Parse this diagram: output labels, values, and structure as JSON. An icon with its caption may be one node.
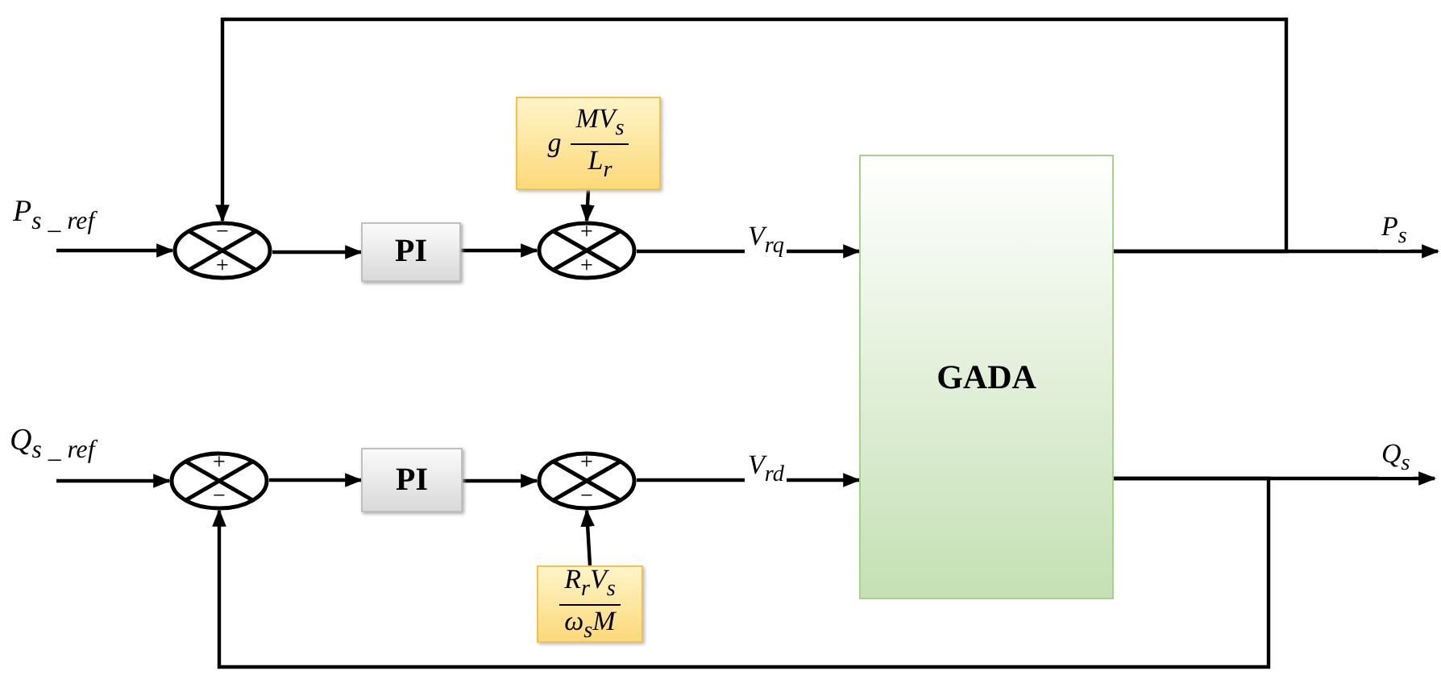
{
  "diagram": {
    "nodes": [
      {
        "text": [
          "P$_{s _ ref}$"
        ]
      },
      {
        "text": [
          "−",
          "+"
        ]
      },
      {
        "text": [
          "PI"
        ]
      },
      {
        "text": [
          "+",
          "+"
        ]
      },
      {
        "text": [
          "g",
          "MV$_{s}$",
          "L$_{r}$"
        ]
      },
      {
        "text": [
          "GADA"
        ]
      },
      {
        "text": [
          "Q$_{s _ ref}$"
        ]
      },
      {
        "text": [
          "+",
          "−"
        ]
      },
      {
        "text": [
          "PI"
        ]
      },
      {
        "text": [
          "+",
          "−"
        ]
      },
      {
        "text": [
          "R$_{r}$V$_{s}$",
          "ω$_{s}$M"
        ]
      }
    ],
    "edges": [
      {
        "from": 0,
        "to": 1,
        "arrow": "to"
      },
      {
        "from": 1,
        "to": 2,
        "arrow": "to"
      },
      {
        "from": 2,
        "to": 3,
        "arrow": "to"
      },
      {
        "from": 4,
        "to": 3,
        "arrow": "to"
      },
      {
        "from": 3,
        "to": 5,
        "arrow": "to",
        "label": "V$_{rq}$"
      },
      {
        "from": 5,
        "to": null,
        "arrow": "to",
        "label": "P$_{s}$"
      },
      {
        "from": 5,
        "to": 1,
        "arrow": "to"
      },
      {
        "from": 6,
        "to": 7,
        "arrow": "to"
      },
      {
        "from": 7,
        "to": 8,
        "arrow": "to"
      },
      {
        "from": 8,
        "to": 9,
        "arrow": "to"
      },
      {
        "from": 10,
        "to": 9,
        "arrow": "to"
      },
      {
        "from": 9,
        "to": 5,
        "arrow": "to",
        "label": "V$_{rd}$"
      },
      {
        "from": 5,
        "to": null,
        "arrow": "to",
        "label": "Q$_{s}$"
      },
      {
        "from": 5,
        "to": 7,
        "arrow": "to"
      }
    ]
  }
}
